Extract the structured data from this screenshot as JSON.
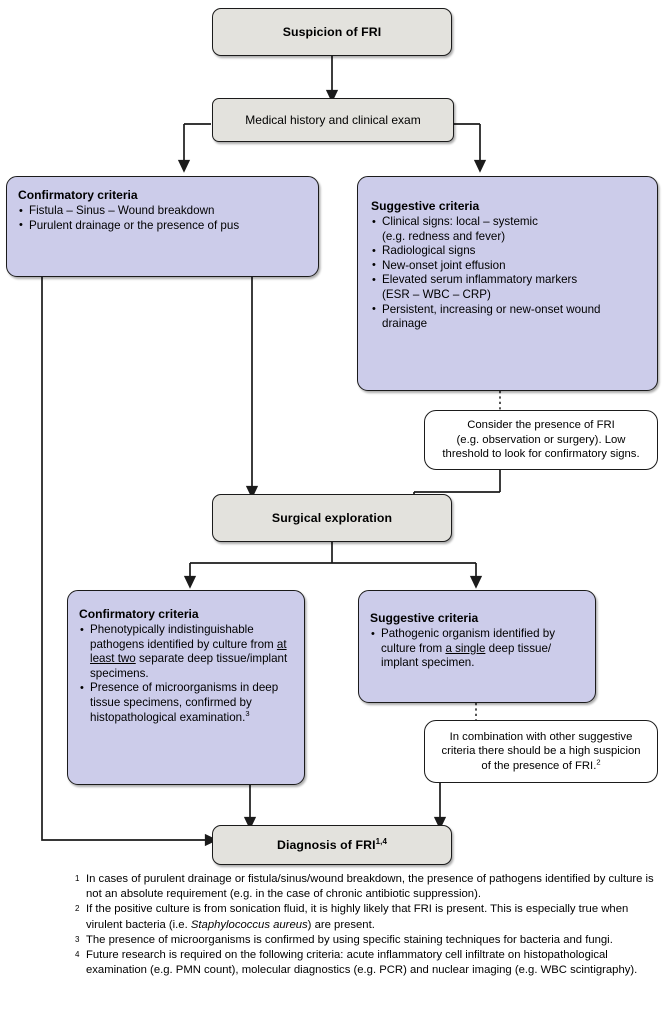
{
  "diagram": {
    "title": "FRI diagnosis flowchart",
    "colors": {
      "gray_box": "#e3e2dd",
      "purple_box": "#ccccea",
      "note_box": "#ffffff",
      "line": "#1b1b1b"
    },
    "nodes": {
      "suspicion": {
        "label": "Suspicion of FRI",
        "type": "gray-terminal"
      },
      "history": {
        "label": "Medical history and clinical exam",
        "type": "gray-process"
      },
      "confirmatory_top": {
        "heading": "Confirmatory criteria",
        "items": [
          "Fistula – Sinus – Wound breakdown",
          "Purulent drainage or the presence of pus"
        ]
      },
      "suggestive_top": {
        "heading": "Suggestive criteria",
        "items": [
          "Clinical signs: local – systemic (e.g. redness and fever)",
          "Radiological signs",
          "New-onset joint effusion",
          "Elevated serum inflammatory markers (ESR – WBC – CRP)",
          "Persistent, increasing or new-onset wound drainage"
        ]
      },
      "note_consider": {
        "lines": [
          "Consider the presence of FRI",
          "(e.g. observation or surgery). Low",
          "threshold to look for confirmatory signs."
        ]
      },
      "surgical": {
        "label": "Surgical exploration",
        "type": "gray-terminal"
      },
      "confirmatory_bottom": {
        "heading": "Confirmatory criteria",
        "items": [
          "Phenotypically indistinguishable pathogens identified by culture from at least two separate deep tissue/implant specimens.",
          "Presence of microorganisms in deep tissue specimens, confirmed by histopathological examination.3"
        ],
        "underlined_phrase": "at least two",
        "footnote_ref": "3"
      },
      "suggestive_bottom": {
        "heading": "Suggestive criteria",
        "items": [
          "Pathogenic organism identified by culture from a single deep tissue/implant specimen."
        ],
        "underlined_phrase": "a single"
      },
      "note_combination": {
        "lines": [
          "In combination with other suggestive",
          "criteria there should be a high suspicion",
          "of the presence of FRI.2"
        ],
        "footnote_ref": "2"
      },
      "diagnosis": {
        "label": "Diagnosis of FRI",
        "superscript": "1,4",
        "type": "gray-terminal"
      }
    },
    "footnotes": [
      {
        "mark": "1",
        "text": "In cases of purulent drainage or fistula/sinus/wound breakdown, the presence of pathogens identified by culture is not an absolute requirement (e.g. in the case of chronic antibiotic suppression)."
      },
      {
        "mark": "2",
        "text_before": "If the positive culture is from sonication fluid, it is highly likely that FRI is present. This is especially true when virulent bacteria (i.e. ",
        "italic": "Staphylococcus aureus",
        "text_after": ") are present."
      },
      {
        "mark": "3",
        "text": "The presence of microorganisms is confirmed by using specific staining techniques for bacteria and fungi."
      },
      {
        "mark": "4",
        "text": "Future research is required on the following criteria: acute inflammatory cell infiltrate on histopathological examination (e.g. PMN count), molecular diagnostics (e.g. PCR) and nuclear imaging (e.g. WBC scintigraphy)."
      }
    ]
  }
}
